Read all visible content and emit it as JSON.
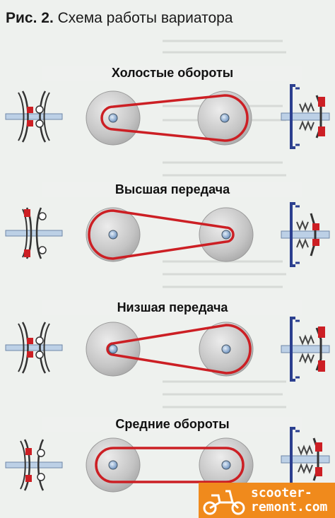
{
  "figure": {
    "number": "Рис. 2.",
    "title": "Схема работы вариатора"
  },
  "stages": [
    {
      "label": "Холостые обороты",
      "mode": "idle"
    },
    {
      "label": "Высшая передача",
      "mode": "high"
    },
    {
      "label": "Низшая передача",
      "mode": "low"
    },
    {
      "label": "Средние обороты",
      "mode": "mid"
    }
  ],
  "colors": {
    "belt": "#cc1f24",
    "pulley": "#c9c9c9",
    "hub": "#9ab8d8",
    "clutch_frame": "#2b3f8f",
    "spring": "#555555",
    "background": "#eef1ee",
    "watermark": "#f08a1c"
  },
  "watermark": {
    "line1": "scooter-",
    "line2": "remont.com"
  }
}
